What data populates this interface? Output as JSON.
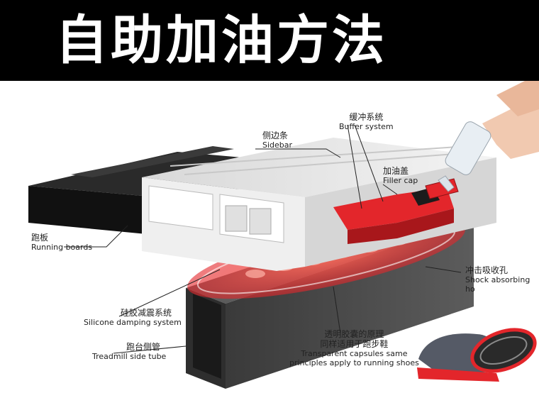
{
  "header": {
    "title": "自助加油方法"
  },
  "labels": {
    "buffer_system": {
      "zh": "缓冲系统",
      "en": "Buffer system"
    },
    "sidebar": {
      "zh": "侧边条",
      "en": "Sidebar"
    },
    "filler_cap": {
      "zh": "加油盖",
      "en": "Filler cap"
    },
    "running_boards": {
      "zh": "跑板",
      "en": "Running boards"
    },
    "shock_hole": {
      "zh": "冲击吸收孔",
      "en": "Shock absorbing ho"
    },
    "silicone": {
      "zh": "硅胶减震系统",
      "en": "Silicone damping system"
    },
    "side_tube": {
      "zh": "跑台侧管",
      "en": "Treadmill side tube"
    },
    "capsules": {
      "zh1": "透明胶囊的原理",
      "zh2": "同样适用于跑步鞋",
      "en1": "Transparent capsules same",
      "en2": "principles apply to running shoes"
    }
  },
  "colors": {
    "header_bg": "#000000",
    "accent_red": "#e3262b",
    "board_black": "#1c1c1c",
    "frame_gray": "#e6e6e6",
    "tube_gray": "#4a4a4a"
  },
  "icons": [
    "hand-with-oil-bottle-icon",
    "running-shoe-icon"
  ]
}
